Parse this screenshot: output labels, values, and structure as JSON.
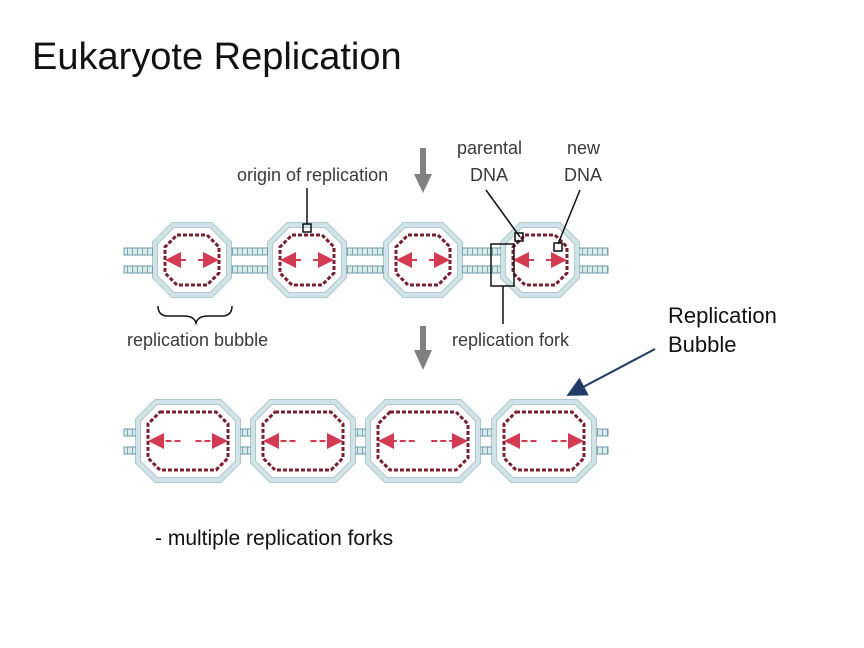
{
  "slide": {
    "title": "Eukaryote Replication",
    "side_label_line1": "Replication",
    "side_label_line2": "Bubble",
    "bullet": "- multiple replication forks"
  },
  "diagram": {
    "labels": {
      "origin": "origin of replication",
      "parental_line1": "parental",
      "parental_line2": "DNA",
      "new_line1": "new",
      "new_line2": "DNA",
      "bubble": "replication bubble",
      "fork": "replication fork"
    },
    "colors": {
      "strand_fill": "#cfe3e8",
      "strand_edge": "#6f9aa4",
      "new_strand": "#7a1f33",
      "arrow": "#d23b52",
      "step_arrow": "#808080",
      "callout_arrow": "#1f3b66"
    }
  }
}
